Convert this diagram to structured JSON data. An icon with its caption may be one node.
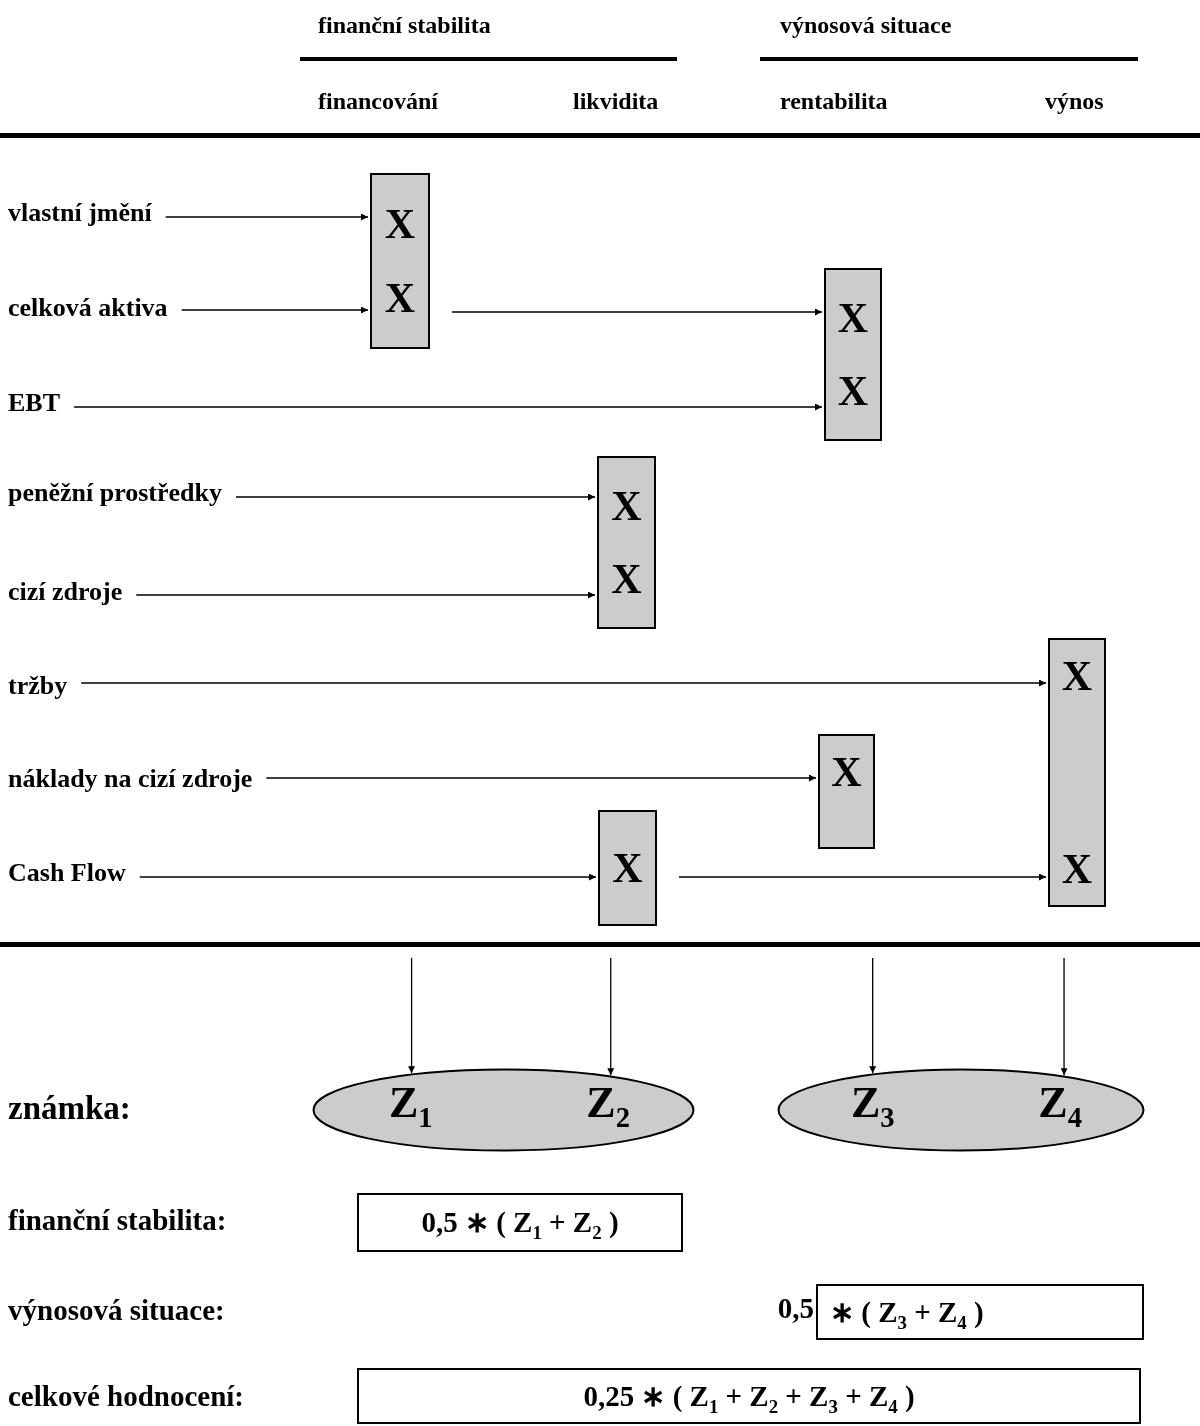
{
  "diagram": {
    "nodes": [
      {
        "text": [
          "vlastní jmění"
        ]
      },
      {
        "text": [
          "celková aktiva"
        ]
      },
      {
        "text": [
          "EBT"
        ]
      },
      {
        "text": [
          "peněžní prostředky"
        ]
      },
      {
        "text": [
          "cizí zdroje"
        ]
      },
      {
        "text": [
          "tržby"
        ]
      },
      {
        "text": [
          "náklady na cizí zdroje"
        ]
      },
      {
        "text": [
          "Cash Flow"
        ]
      },
      {
        "text": [
          "X",
          "X"
        ]
      },
      {
        "text": [
          "X",
          "X"
        ]
      },
      {
        "text": [
          "X",
          "X"
        ]
      },
      {
        "text": [
          "X",
          "X"
        ]
      },
      {
        "text": [
          "X"
        ]
      },
      {
        "text": [
          "X"
        ]
      },
      {
        "text": [
          "Z$_{1}$",
          "Z$_{2}$"
        ]
      },
      {
        "text": [
          "Z$_{3}$",
          "Z$_{4}$"
        ]
      },
      {
        "text": [
          "0,5 ∗ ( Z$_{1}$ + Z$_{2}$ )"
        ]
      },
      {
        "text": [
          "∗ ( Z$_{3}$ + Z$_{4}$ )"
        ],
        "beside": [
          "0,5"
        ]
      },
      {
        "text": [
          "0,25 ∗ ( Z$_{1}$ + Z$_{2}$ + Z$_{3}$ + Z$_{4}$ )"
        ]
      }
    ],
    "edges": [
      {
        "from": 0,
        "to": 8,
        "arrow": "to"
      },
      {
        "from": 1,
        "to": 8,
        "arrow": "to"
      },
      {
        "from": 8,
        "to": 9,
        "arrow": "to"
      },
      {
        "from": 2,
        "to": 9,
        "arrow": "to"
      },
      {
        "from": 3,
        "to": 10,
        "arrow": "to"
      },
      {
        "from": 4,
        "to": 10,
        "arrow": "to"
      },
      {
        "from": 5,
        "to": 11,
        "arrow": "to"
      },
      {
        "from": 6,
        "to": 12,
        "arrow": "to"
      },
      {
        "from": 7,
        "to": 13,
        "arrow": "to"
      },
      {
        "from": 13,
        "to": 11,
        "arrow": "to"
      },
      {
        "from": null,
        "to": 14,
        "arrow": "to"
      },
      {
        "from": null,
        "to": 14,
        "arrow": "to"
      },
      {
        "from": null,
        "to": 15,
        "arrow": "to"
      },
      {
        "from": null,
        "to": 15,
        "arrow": "to"
      }
    ],
    "labels": [
      "finanční stabilita",
      "výnosová situace",
      "financování",
      "likvidita",
      "rentabilita",
      "výnos",
      "známka:",
      "finanční stabilita:",
      "výnosová situace:",
      "celkové hodnocení:"
    ]
  }
}
